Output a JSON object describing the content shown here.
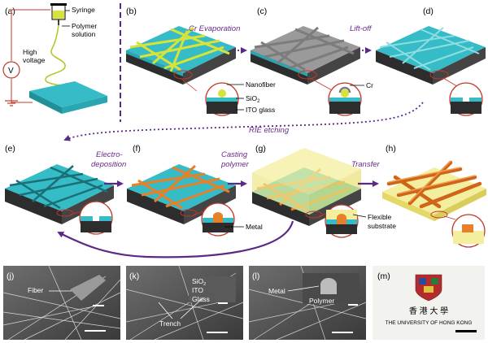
{
  "panels": {
    "a": {
      "label": "(a)",
      "syringe": "Syringe",
      "polymer_solution": [
        "Polymer",
        "solution"
      ],
      "high_voltage": [
        "High",
        "voltage"
      ],
      "source_symbol": "V"
    },
    "b": {
      "label": "(b)",
      "nanofiber": "Nanofiber",
      "sio2_base": "SiO",
      "sio2_sub": "2",
      "ito_glass": "ITO glass"
    },
    "c": {
      "label": "(c)",
      "cr": "Cr"
    },
    "d": {
      "label": "(d)"
    },
    "e": {
      "label": "(e)"
    },
    "f": {
      "label": "(f)",
      "metal": "Metal"
    },
    "g": {
      "label": "(g)",
      "flexible_substrate": [
        "Flexible",
        "substrate"
      ]
    },
    "h": {
      "label": "(h)"
    },
    "j": {
      "label": "(j)",
      "fiber": "Fiber"
    },
    "k": {
      "label": "(k)",
      "sio2_base": "SiO",
      "sio2_sub": "2",
      "ito": "ITO",
      "glass": "Glass",
      "trench": "Trench"
    },
    "l": {
      "label": "(l)",
      "metal": "Metal",
      "polymer": "Polymer"
    },
    "m": {
      "label": "(m)",
      "chinese_name": "香 港 大 學",
      "english_name": "THE UNIVERSITY OF HONG KONG"
    }
  },
  "steps": {
    "cr_evaporation": "Cr Evaporation",
    "lift_off": "Lift-off",
    "rie_etching": "RIE etching",
    "electro_deposition": [
      "Electro-",
      "deposition"
    ],
    "casting_polymer": [
      "Casting",
      "polymer"
    ],
    "transfer": "Transfer"
  },
  "colors": {
    "sio2_teal": "#36bcc6",
    "glass_dark": "#2d2d2d",
    "fiber_yellow": "#d7e23a",
    "cr_grey": "#9a9a9a",
    "metal_orange": "#e8802a",
    "polymer_yellow": "#f4ef9e",
    "arrow_purple": "#5b2a86",
    "zoom_red": "#c0392b",
    "circuit_red": "#c0392b"
  }
}
